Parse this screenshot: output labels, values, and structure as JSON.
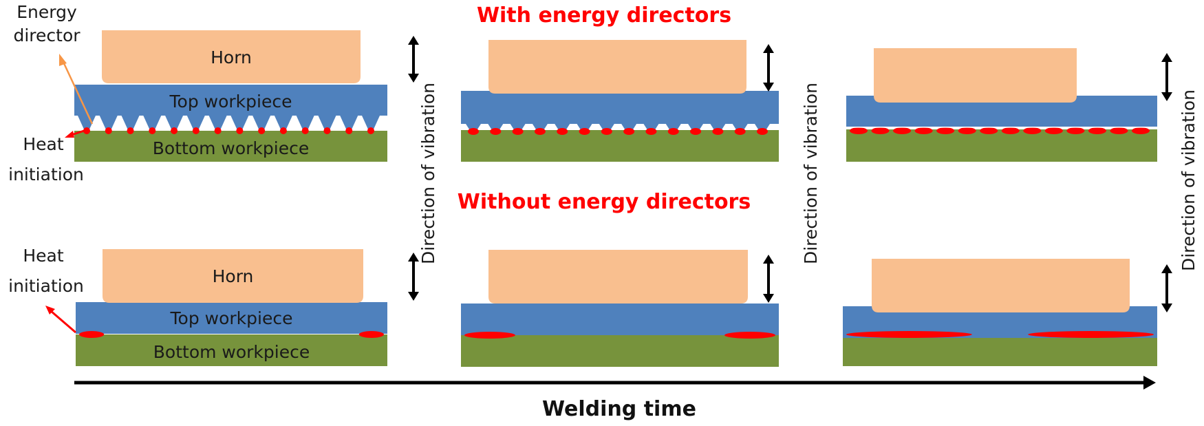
{
  "colors": {
    "horn": "#F9BF8F",
    "top_workpiece": "#4F81BD",
    "bottom_workpiece": "#77933C",
    "heat": "#FF0000",
    "energy_director_arrow": "#F79646",
    "heat_arrow": "#FF0000",
    "title": "#FF0000",
    "text": "#1A1A1A"
  },
  "labels": {
    "horn": "Horn",
    "top_workpiece": "Top workpiece",
    "bottom_workpiece": "Bottom workpiece",
    "energy_director_line1": "Energy",
    "energy_director_line2": "director",
    "heat_initiation_line1": "Heat",
    "heat_initiation_line2": "initiation",
    "vibration": "Direction of vibration",
    "welding_time": "Welding time"
  },
  "rows": [
    {
      "title": "With energy directors",
      "has_energy_directors": true,
      "stages": [
        {
          "stage": 1,
          "energy_director_count": 14,
          "heat_zone": "tips of energy directors",
          "labeled": true
        },
        {
          "stage": 2,
          "energy_director_count": 14,
          "heat_zone": "partially collapsed directors",
          "labeled": false
        },
        {
          "stage": 3,
          "energy_director_count": 14,
          "heat_zone": "fully collapsed, spread melt",
          "labeled": false
        }
      ]
    },
    {
      "title": "Without energy directors",
      "has_energy_directors": false,
      "stages": [
        {
          "stage": 1,
          "heat_zone_spread": 0.08,
          "labeled": true
        },
        {
          "stage": 2,
          "heat_zone_spread": 0.16,
          "labeled": false
        },
        {
          "stage": 3,
          "heat_zone_spread": 0.4,
          "labeled": false
        }
      ]
    }
  ]
}
